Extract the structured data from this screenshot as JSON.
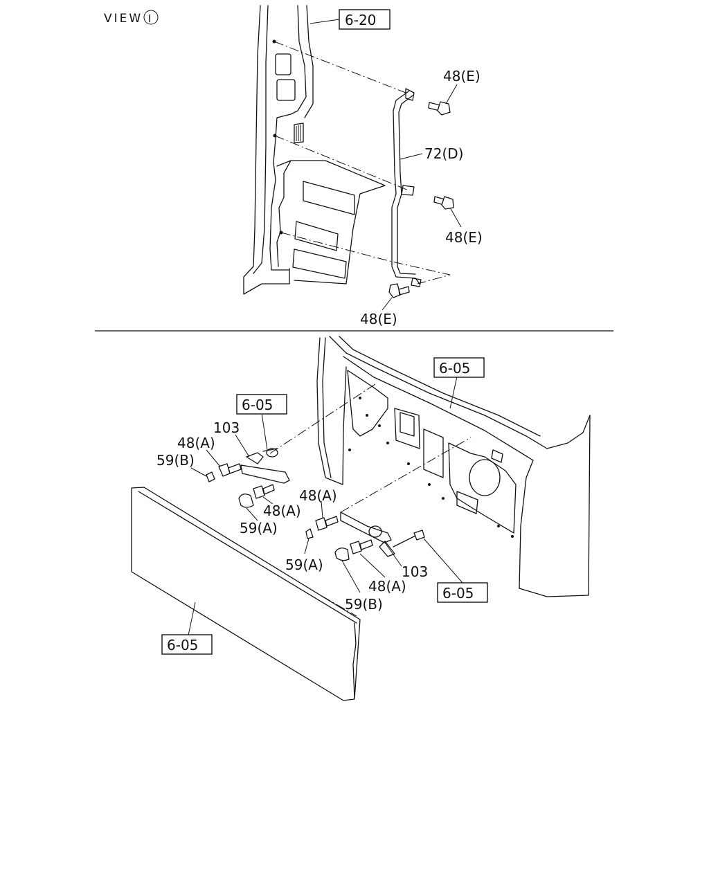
{
  "view": {
    "title": "VIEW",
    "circle_mark": "I"
  },
  "top_assembly": {
    "ref_cab": "6-20",
    "part_bolt_upper": "48(E)",
    "part_rod": "72(D)",
    "part_bolt_middle": "48(E)",
    "part_bolt_lower": "48(E)"
  },
  "bottom_assembly": {
    "ref_panel_top": "6-05",
    "ref_hinge_left": "6-05",
    "ref_hinge_right": "6-05",
    "ref_lower_panel": "6-05",
    "part_103_left": "103",
    "part_48a_left_upper": "48(A)",
    "part_59b_left": "59(B)",
    "part_48a_left_lower": "48(A)",
    "part_59a_left": "59(A)",
    "part_48a_right_upper": "48(A)",
    "part_59a_right": "59(A)",
    "part_48a_right_lower": "48(A)",
    "part_103_right": "103",
    "part_59b_right": "59(B)"
  }
}
